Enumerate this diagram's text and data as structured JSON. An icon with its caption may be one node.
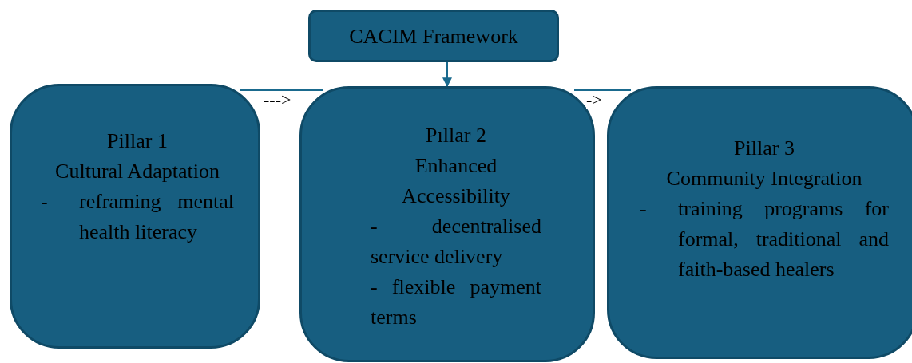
{
  "diagram": {
    "nodes": [
      {
        "text": [
          "CACIM Framework"
        ]
      },
      {
        "text": [
          "Pillar 1",
          "Cultural Adaptation",
          "-",
          "reframing mental health literacy"
        ]
      },
      {
        "text": [
          "Pıllar 2",
          "Enhanced Accessibility",
          "- decentralised service delivery",
          "- flexible payment terms"
        ]
      },
      {
        "text": [
          "Pillar 3",
          "Community Integration",
          "-",
          "training programs for formal, traditional and faith-based healers"
        ]
      }
    ],
    "edges": [
      {
        "from": 0,
        "to": 2,
        "arrow": "to"
      },
      {
        "from": 1,
        "to": 2,
        "arrow": "none",
        "label": "--->"
      },
      {
        "from": 2,
        "to": 3,
        "arrow": "none",
        "label": "->"
      }
    ]
  }
}
